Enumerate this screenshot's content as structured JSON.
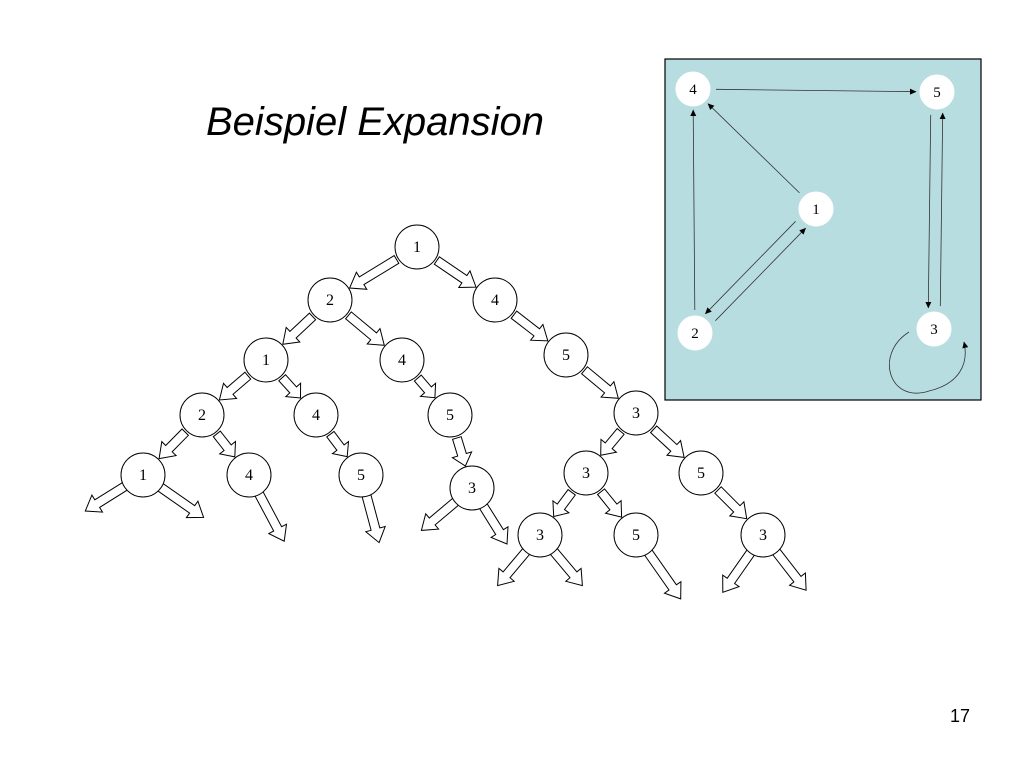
{
  "slide": {
    "title": "Beispiel Expansion",
    "number": "17"
  },
  "colors": {
    "panel_background": "#b7dde0",
    "node_fill": "#ffffff",
    "stroke": "#000000"
  },
  "tree": {
    "nodes": [
      {
        "id": "t1",
        "label": "1",
        "parent": null
      },
      {
        "id": "t2",
        "label": "2",
        "parent": "t1"
      },
      {
        "id": "t3",
        "label": "4",
        "parent": "t1"
      },
      {
        "id": "t4",
        "label": "1",
        "parent": "t2"
      },
      {
        "id": "t5",
        "label": "4",
        "parent": "t2"
      },
      {
        "id": "t6",
        "label": "5",
        "parent": "t3"
      },
      {
        "id": "t7",
        "label": "2",
        "parent": "t4"
      },
      {
        "id": "t8",
        "label": "4",
        "parent": "t4"
      },
      {
        "id": "t9",
        "label": "5",
        "parent": "t5"
      },
      {
        "id": "t10",
        "label": "3",
        "parent": "t6"
      },
      {
        "id": "t11",
        "label": "1",
        "parent": "t7"
      },
      {
        "id": "t12",
        "label": "4",
        "parent": "t7"
      },
      {
        "id": "t13",
        "label": "5",
        "parent": "t8"
      },
      {
        "id": "t14",
        "label": "3",
        "parent": "t9"
      },
      {
        "id": "t15",
        "label": "3",
        "parent": "t10"
      },
      {
        "id": "t16",
        "label": "5",
        "parent": "t10"
      },
      {
        "id": "t17",
        "label": "3",
        "parent": "t15"
      },
      {
        "id": "t18",
        "label": "5",
        "parent": "t15"
      },
      {
        "id": "t19",
        "label": "3",
        "parent": "t16"
      }
    ]
  },
  "graph": {
    "nodes": [
      {
        "id": "g4",
        "label": "4"
      },
      {
        "id": "g5",
        "label": "5"
      },
      {
        "id": "g1",
        "label": "1"
      },
      {
        "id": "g2",
        "label": "2"
      },
      {
        "id": "g3",
        "label": "3"
      }
    ],
    "edges": [
      {
        "from": "4",
        "to": "5"
      },
      {
        "from": "1",
        "to": "4"
      },
      {
        "from": "1",
        "to": "2"
      },
      {
        "from": "2",
        "to": "1"
      },
      {
        "from": "2",
        "to": "4"
      },
      {
        "from": "5",
        "to": "3"
      },
      {
        "from": "3",
        "to": "5"
      },
      {
        "from": "3",
        "to": "3"
      }
    ]
  }
}
